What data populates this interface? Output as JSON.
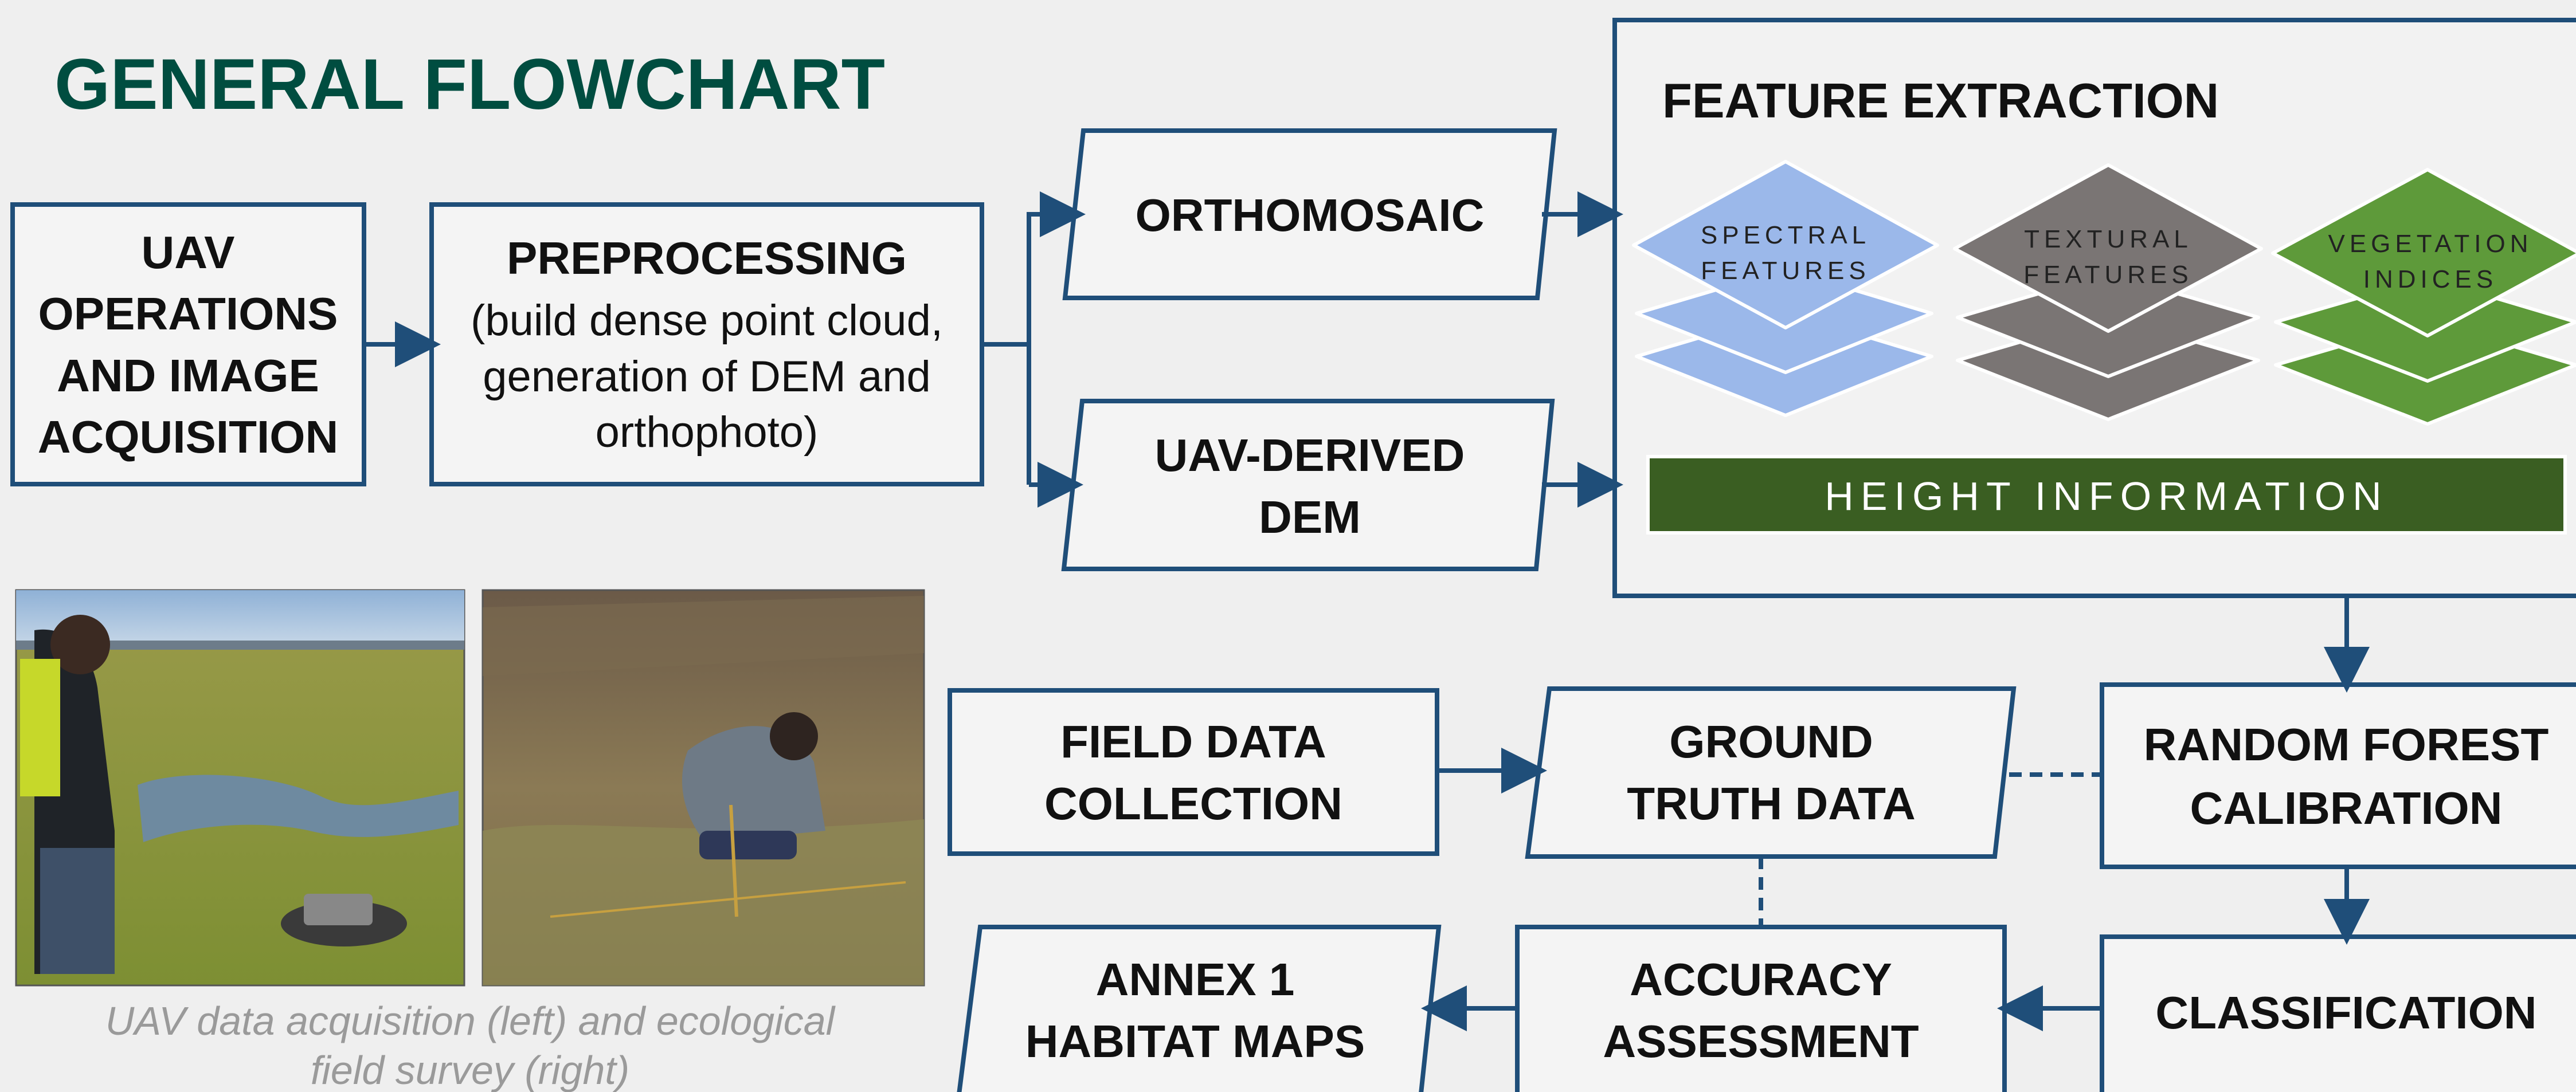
{
  "title": "GENERAL FLOWCHART",
  "colors": {
    "title": "#004d40",
    "border": "#1f4e79",
    "spectral": "#9bb8ea",
    "textural": "#7a7574",
    "vegetation": "#5e9a3a",
    "height_bar": "#3a5e22",
    "caption": "#9a9a9a"
  },
  "nodes": {
    "uav": {
      "lines": [
        "UAV",
        "OPERATIONS",
        "AND IMAGE",
        "ACQUISITION"
      ]
    },
    "preprocessing": {
      "title": "PREPROCESSING",
      "lines": [
        "(build dense point cloud,",
        "generation of DEM and",
        "orthophoto)"
      ]
    },
    "orthomosaic": {
      "lines": [
        "ORTHOMOSAIC"
      ]
    },
    "dem": {
      "lines": [
        "UAV-DERIVED",
        "DEM"
      ]
    },
    "feature_extraction": {
      "title": "FEATURE EXTRACTION",
      "spectral": [
        "SPECTRAL",
        "FEATURES"
      ],
      "textural": [
        "TEXTURAL",
        "FEATURES"
      ],
      "vegetation": [
        "VEGETATION",
        "INDICES"
      ],
      "height": "HEIGHT INFORMATION"
    },
    "field_data": {
      "lines": [
        "FIELD DATA",
        "COLLECTION"
      ]
    },
    "ground_truth": {
      "lines": [
        "GROUND",
        "TRUTH DATA"
      ]
    },
    "random_forest": {
      "lines": [
        "RANDOM FOREST",
        "CALIBRATION"
      ]
    },
    "classification": {
      "lines": [
        "CLASSIFICATION"
      ]
    },
    "accuracy": {
      "lines": [
        "ACCURACY",
        "ASSESSMENT"
      ]
    },
    "annex": {
      "lines": [
        "ANNEX 1",
        "HABITAT MAPS"
      ]
    }
  },
  "caption": [
    "UAV data acquisition (left) and ecological",
    "field survey (right)"
  ]
}
